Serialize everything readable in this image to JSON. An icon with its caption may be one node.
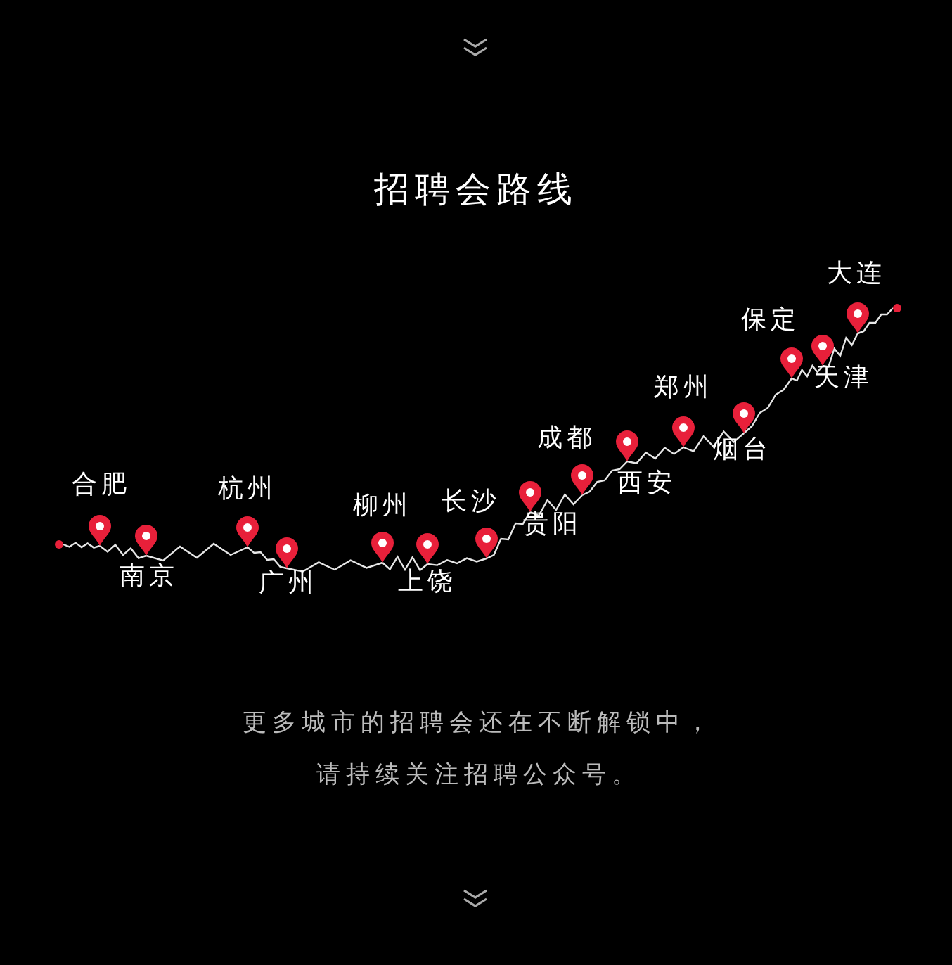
{
  "diagram": {
    "title": "招聘会路线",
    "caption": "更多城市的招聘会还在不断解锁中，请持续关注招聘公众号。",
    "nodes": [
      {
        "text": [],
        "shape": "circle"
      },
      {
        "text": [
          "合肥"
        ]
      },
      {
        "text": [
          "南京"
        ]
      },
      {
        "text": [
          "杭州"
        ]
      },
      {
        "text": [
          "广州"
        ]
      },
      {
        "text": [
          "柳州"
        ]
      },
      {
        "text": [
          "上饶"
        ]
      },
      {
        "text": [
          "长沙"
        ]
      },
      {
        "text": [
          "贵阳"
        ]
      },
      {
        "text": [
          "成都"
        ]
      },
      {
        "text": [
          "西安"
        ]
      },
      {
        "text": [
          "郑州"
        ]
      },
      {
        "text": [
          "烟台"
        ]
      },
      {
        "text": [
          "保定"
        ]
      },
      {
        "text": [
          "天津"
        ]
      },
      {
        "text": [
          "大连"
        ]
      },
      {
        "text": [],
        "shape": "circle"
      }
    ],
    "edges": [
      {
        "from": 0,
        "to": 1,
        "arrow": "none"
      },
      {
        "from": 1,
        "to": 2,
        "arrow": "none"
      },
      {
        "from": 2,
        "to": 3,
        "arrow": "none"
      },
      {
        "from": 3,
        "to": 4,
        "arrow": "none"
      },
      {
        "from": 4,
        "to": 5,
        "arrow": "none"
      },
      {
        "from": 5,
        "to": 6,
        "arrow": "none"
      },
      {
        "from": 6,
        "to": 7,
        "arrow": "none"
      },
      {
        "from": 7,
        "to": 8,
        "arrow": "none"
      },
      {
        "from": 8,
        "to": 9,
        "arrow": "none"
      },
      {
        "from": 9,
        "to": 10,
        "arrow": "none"
      },
      {
        "from": 10,
        "to": 11,
        "arrow": "none"
      },
      {
        "from": 11,
        "to": 12,
        "arrow": "none"
      },
      {
        "from": 12,
        "to": 13,
        "arrow": "none"
      },
      {
        "from": 13,
        "to": 14,
        "arrow": "none"
      },
      {
        "from": 14,
        "to": 15,
        "arrow": "none"
      },
      {
        "from": 15,
        "to": 16,
        "arrow": "none"
      }
    ]
  }
}
